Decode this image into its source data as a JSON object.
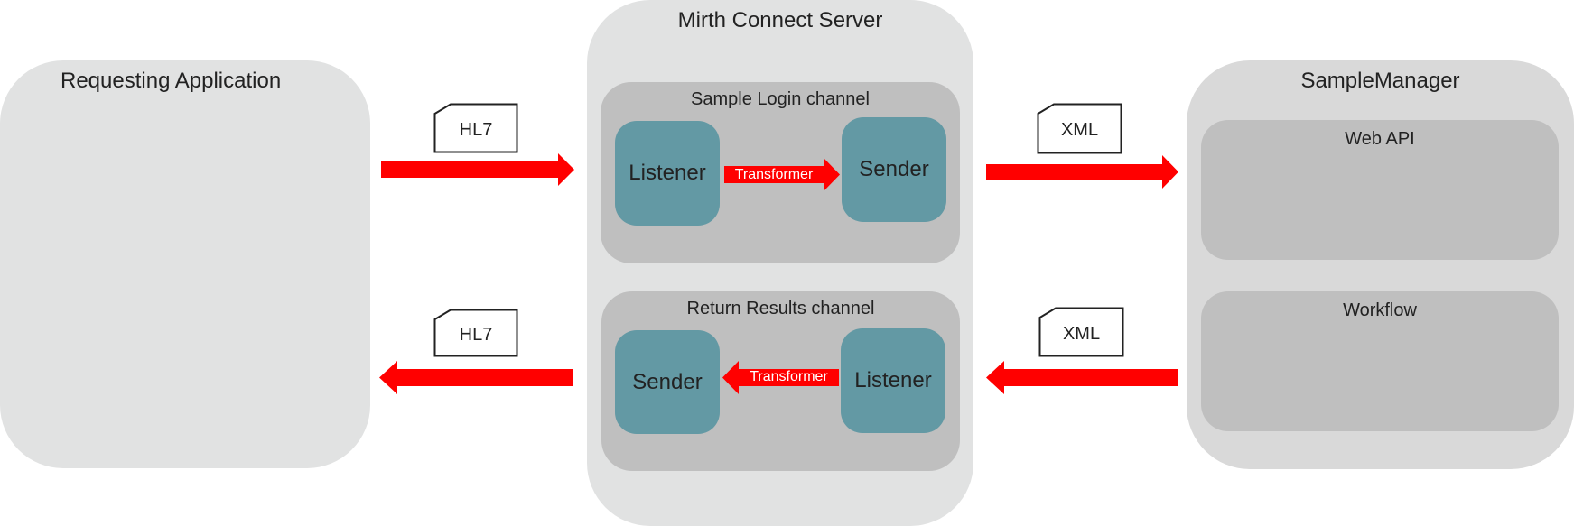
{
  "systems": {
    "requesting_app": {
      "title": "Requesting Application"
    },
    "mirth": {
      "title": "Mirth Connect Server",
      "channels": [
        {
          "title": "Sample Login channel",
          "left_connector": "Listener",
          "right_connector": "Sender",
          "transformer": "Transformer",
          "direction": "right"
        },
        {
          "title": "Return Results channel",
          "left_connector": "Sender",
          "right_connector": "Listener",
          "transformer": "Transformer",
          "direction": "left"
        }
      ]
    },
    "samplemanager": {
      "title": "SampleManager",
      "modules": [
        {
          "title": "Web API"
        },
        {
          "title": "Workflow"
        }
      ]
    }
  },
  "messages": {
    "app_to_mirth": {
      "format": "HL7",
      "direction": "right"
    },
    "mirth_to_app": {
      "format": "HL7",
      "direction": "left"
    },
    "mirth_to_sm": {
      "format": "XML",
      "direction": "right"
    },
    "sm_to_mirth": {
      "format": "XML",
      "direction": "left"
    }
  },
  "colors": {
    "arrow": "#ff0000",
    "connector": "#6399a4",
    "channel": "#bfbfbf",
    "system": "#e1e2e2",
    "samplemanager": "#d9d9d9"
  }
}
